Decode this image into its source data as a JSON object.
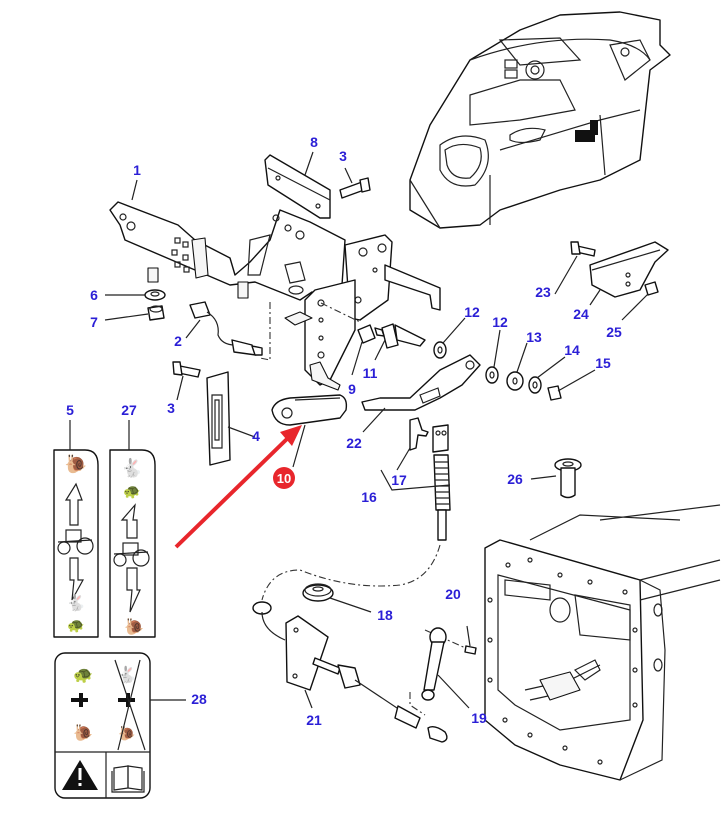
{
  "diagram": {
    "title": "Gear range selector linkage – exploded parts view",
    "label_color": "#2b1fd6",
    "highlight_color": "#e8262c",
    "highlighted_part": "10",
    "parts": [
      {
        "id": "1",
        "name": "mounting-bracket"
      },
      {
        "id": "2",
        "name": "switch-with-wiring"
      },
      {
        "id": "3",
        "name": "bolt"
      },
      {
        "id": "4",
        "name": "gate-plate"
      },
      {
        "id": "5",
        "name": "decal-speed-range"
      },
      {
        "id": "6",
        "name": "washer"
      },
      {
        "id": "7",
        "name": "nut"
      },
      {
        "id": "8",
        "name": "cover-plate"
      },
      {
        "id": "9",
        "name": "nut"
      },
      {
        "id": "10",
        "name": "lever-knob"
      },
      {
        "id": "11",
        "name": "stud"
      },
      {
        "id": "12",
        "name": "washer"
      },
      {
        "id": "13",
        "name": "spacer"
      },
      {
        "id": "14",
        "name": "washer"
      },
      {
        "id": "15",
        "name": "nut"
      },
      {
        "id": "16",
        "name": "cable-assembly"
      },
      {
        "id": "17",
        "name": "clip"
      },
      {
        "id": "18",
        "name": "grommet"
      },
      {
        "id": "19",
        "name": "lever-arm"
      },
      {
        "id": "20",
        "name": "pin"
      },
      {
        "id": "21",
        "name": "cable-bracket"
      },
      {
        "id": "22",
        "name": "selector-lever"
      },
      {
        "id": "23",
        "name": "bolt"
      },
      {
        "id": "24",
        "name": "bracket"
      },
      {
        "id": "25",
        "name": "nut"
      },
      {
        "id": "26",
        "name": "bush"
      },
      {
        "id": "27",
        "name": "decal-speed-range"
      },
      {
        "id": "28",
        "name": "decal-warning"
      }
    ],
    "labels": {
      "p1": "1",
      "p2": "2",
      "p3a": "3",
      "p3b": "3",
      "p4": "4",
      "p5": "5",
      "p6": "6",
      "p7": "7",
      "p8": "8",
      "p9": "9",
      "p10": "10",
      "p11": "11",
      "p12a": "12",
      "p12b": "12",
      "p13": "13",
      "p14": "14",
      "p15": "15",
      "p16": "16",
      "p17": "17",
      "p18": "18",
      "p19": "19",
      "p20": "20",
      "p21": "21",
      "p22": "22",
      "p23": "23",
      "p24": "24",
      "p25": "25",
      "p26": "26",
      "p27": "27",
      "p28": "28"
    },
    "decals": {
      "d5": [
        "snail-icon",
        "arrow-up-icon",
        "tractor-icon",
        "arrow-down-icon",
        "rabbit-icon",
        "turtle-icon"
      ],
      "d27": [
        "rabbit-icon",
        "turtle-icon",
        "arrow-up-icon",
        "tractor-icon",
        "arrow-down-icon",
        "snail-icon"
      ],
      "d28": [
        "turtle-icon",
        "rabbit-crossed-icon",
        "plus-icon",
        "plus-crossed-icon",
        "snail-icon",
        "snail-crossed-icon",
        "warning-triangle-icon",
        "manual-book-icon"
      ]
    }
  }
}
